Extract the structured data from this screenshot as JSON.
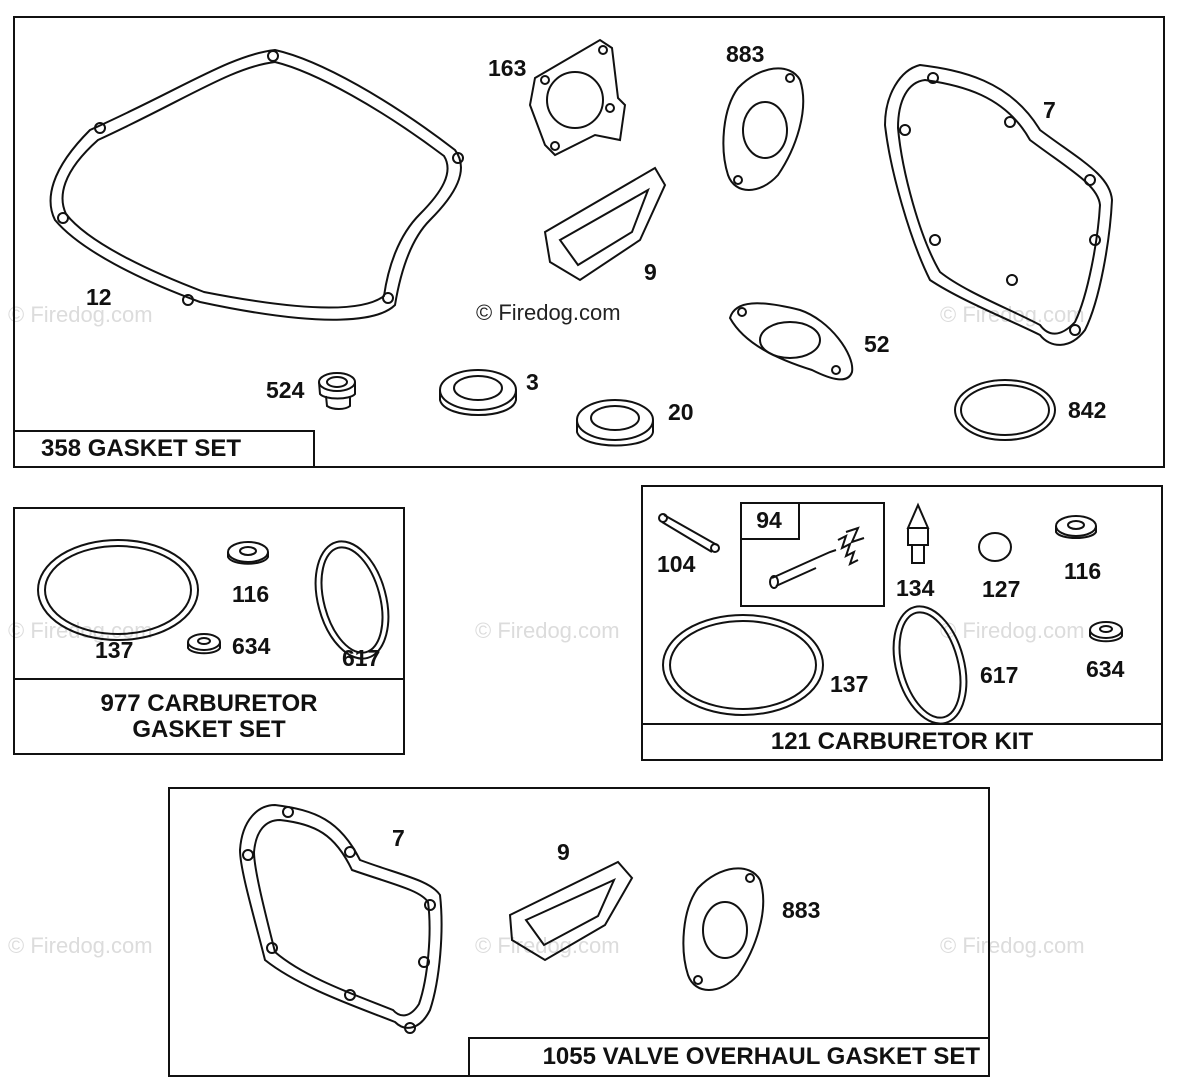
{
  "watermark": "© Firedog.com",
  "copyright": "© Firedog.com",
  "sets": {
    "gasket_set": {
      "caption": "358 GASKET SET",
      "parts": {
        "p163": "163",
        "p883": "883",
        "p7": "7",
        "p12": "12",
        "p9": "9",
        "p52": "52",
        "p524": "524",
        "p3": "3",
        "p20": "20",
        "p842": "842"
      }
    },
    "carb_gasket_set": {
      "caption_line1": "977 CARBURETOR",
      "caption_line2": "GASKET SET",
      "parts": {
        "p116": "116",
        "p137": "137",
        "p634": "634",
        "p617": "617"
      }
    },
    "carb_kit": {
      "caption": "121 CARBURETOR KIT",
      "sub_box": "94",
      "parts": {
        "p104": "104",
        "p134": "134",
        "p127": "127",
        "p116": "116",
        "p137": "137",
        "p617": "617",
        "p634": "634"
      }
    },
    "valve_overhaul": {
      "caption": "1055 VALVE OVERHAUL GASKET SET",
      "parts": {
        "p7": "7",
        "p9": "9",
        "p883": "883"
      }
    }
  }
}
